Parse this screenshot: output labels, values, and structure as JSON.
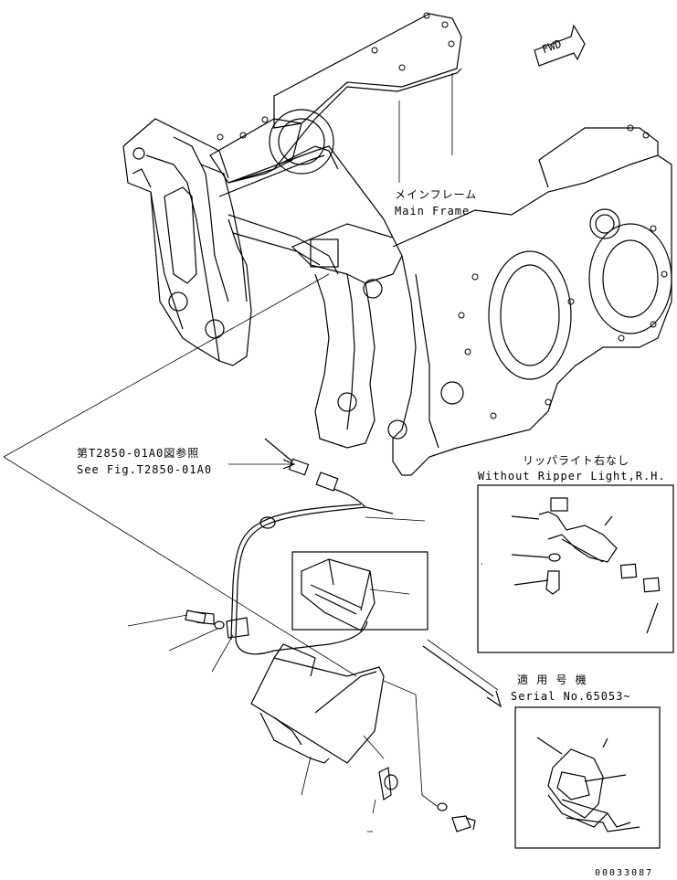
{
  "direction_label": "FWD",
  "main_frame": {
    "label_ja": "メインフレーム",
    "label_en": "Main Frame"
  },
  "reference": {
    "label_ja": "第T2850-01A0図参照",
    "label_en": "See Fig.T2850-01A0"
  },
  "variant_box": {
    "label_ja": "リッパライト右なし",
    "label_en": "Without Ripper Light,R.H."
  },
  "serial_box": {
    "label_ja": "適 用 号 機",
    "label_en": "Serial No.65053~"
  },
  "drawing_code": "00033087",
  "colors": {
    "line": "#000000",
    "background": "#ffffff"
  }
}
